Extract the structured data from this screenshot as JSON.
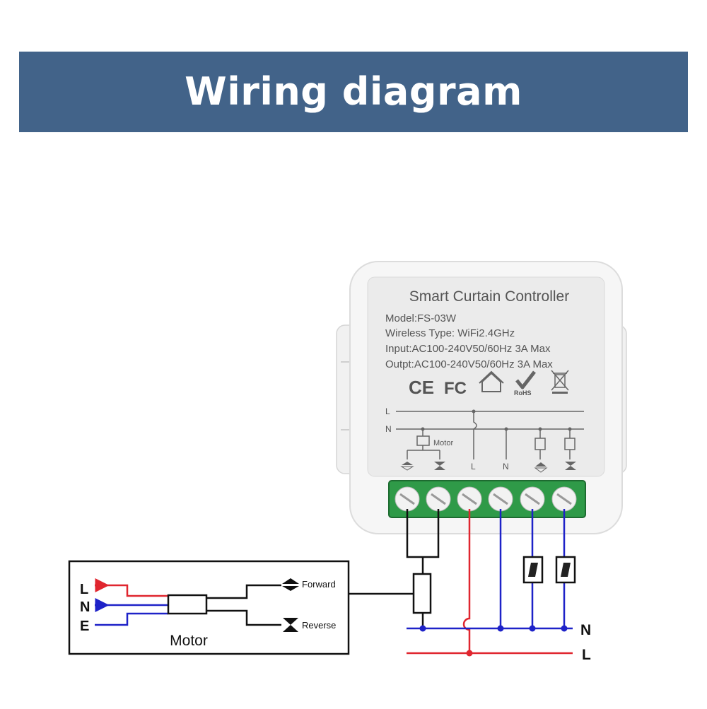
{
  "banner": {
    "title": "Wiring diagram",
    "color": "#426389"
  },
  "device": {
    "name": "Smart Curtain Controller",
    "model": "Model:FS-03W",
    "wireless": "Wireless Type: WiFi2.4GHz",
    "input": "Input:AC100-240V50/60Hz 3A Max",
    "output": "Outpt:AC100-240V50/60Hz 3A Max",
    "cert_marks": [
      "CE",
      "FC",
      "RoHS"
    ],
    "schematic": {
      "rail_L": "L",
      "rail_N": "N",
      "motor_label": "Motor",
      "terminal_labels": [
        "L",
        "N"
      ]
    }
  },
  "motor_box": {
    "inputs": [
      "L",
      "N",
      "E"
    ],
    "forward_label": "Forward",
    "reverse_label": "Reverse",
    "motor_label": "Motor"
  },
  "mains": {
    "N": "N",
    "L": "L"
  },
  "colors": {
    "live": "#e0262f",
    "neutral": "#1e22c8",
    "terminal": "#1f8a3c",
    "wire": "#111111"
  }
}
